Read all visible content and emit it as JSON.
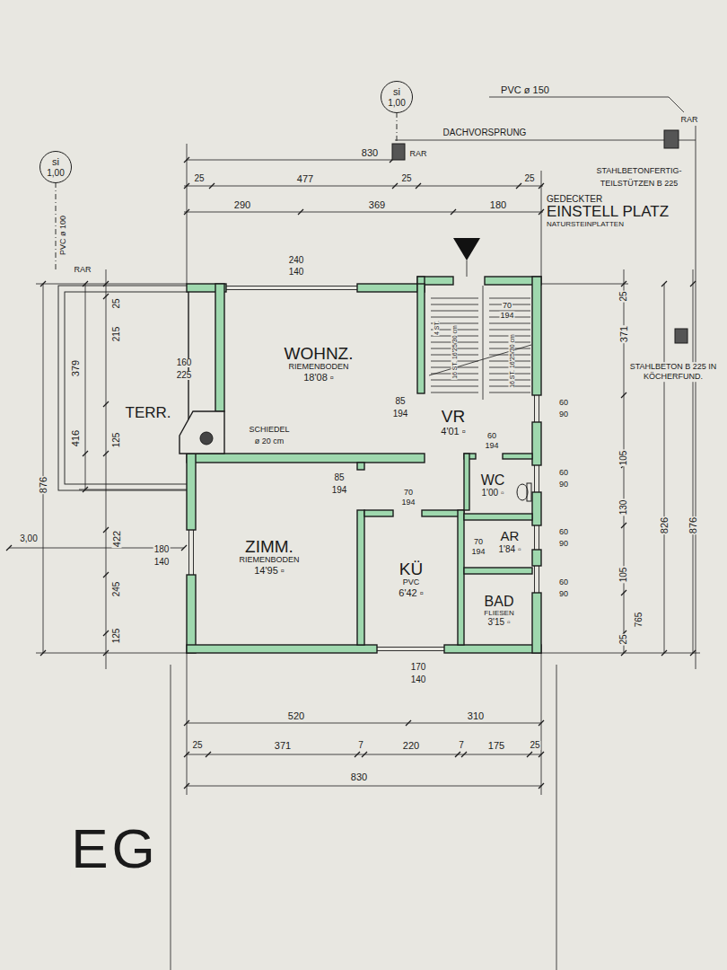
{
  "diagram": {
    "nodes": [
      {
        "text": [
          "si",
          "1,00"
        ]
      },
      {
        "text": [
          "si",
          "1,00"
        ]
      },
      {
        "text": [
          "GEDECKTER",
          "EINSTELL PLATZ",
          "NATURSTEINPLATTEN"
        ]
      },
      {
        "text": [
          "TERR."
        ]
      },
      {
        "text": [
          "WOHNZ.",
          "RIEMENBODEN",
          "18'08 ▫"
        ]
      },
      {
        "text": [
          "VR",
          "4'01 ▫"
        ]
      },
      {
        "text": [
          "WC",
          "1'00 ▫"
        ]
      },
      {
        "text": [
          "ZIMM.",
          "RIEMENBODEN",
          "14'95 ▫"
        ]
      },
      {
        "text": [
          "KÜ",
          "PVC",
          "6'42 ▫"
        ]
      },
      {
        "text": [
          "AR",
          "1'84 ▫"
        ]
      },
      {
        "text": [
          "BAD",
          "FLIESEN",
          "3'15 ▫"
        ]
      }
    ],
    "labels": [
      "PVC ø 150",
      "RAR",
      "830",
      "RAR",
      "DACHVORSPRUNG",
      "25",
      "477",
      "25",
      "25",
      "290",
      "369",
      "180",
      "STAHLBETONFERTIG-",
      "TEILSTÜTZEN B 225",
      "240",
      "140",
      "PVC ø 100",
      "RAR",
      "25",
      "215",
      "379",
      "160",
      "225",
      "125",
      "416",
      "876",
      "SCHIEDEL",
      "ø 20 cm",
      "180",
      "140",
      "3,00",
      "422",
      "245",
      "125",
      "85",
      "194",
      "85",
      "194",
      "70",
      "194",
      "16 ST. 16'25/30 cm",
      "16 ST. 16'25/30 cm",
      "4 ST.",
      "60",
      "194",
      "70",
      "194",
      "70",
      "194",
      "60",
      "90",
      "60",
      "90",
      "60",
      "90",
      "60",
      "90",
      "25",
      "371",
      "STAHLBETON B 225 IN KÖCHERFUND.",
      "105",
      "826",
      "876",
      "130",
      "105",
      "765",
      "25",
      "170",
      "140",
      "520",
      "310",
      "25",
      "371",
      "7",
      "220",
      "7",
      "175",
      "25",
      "830",
      "EG"
    ]
  }
}
